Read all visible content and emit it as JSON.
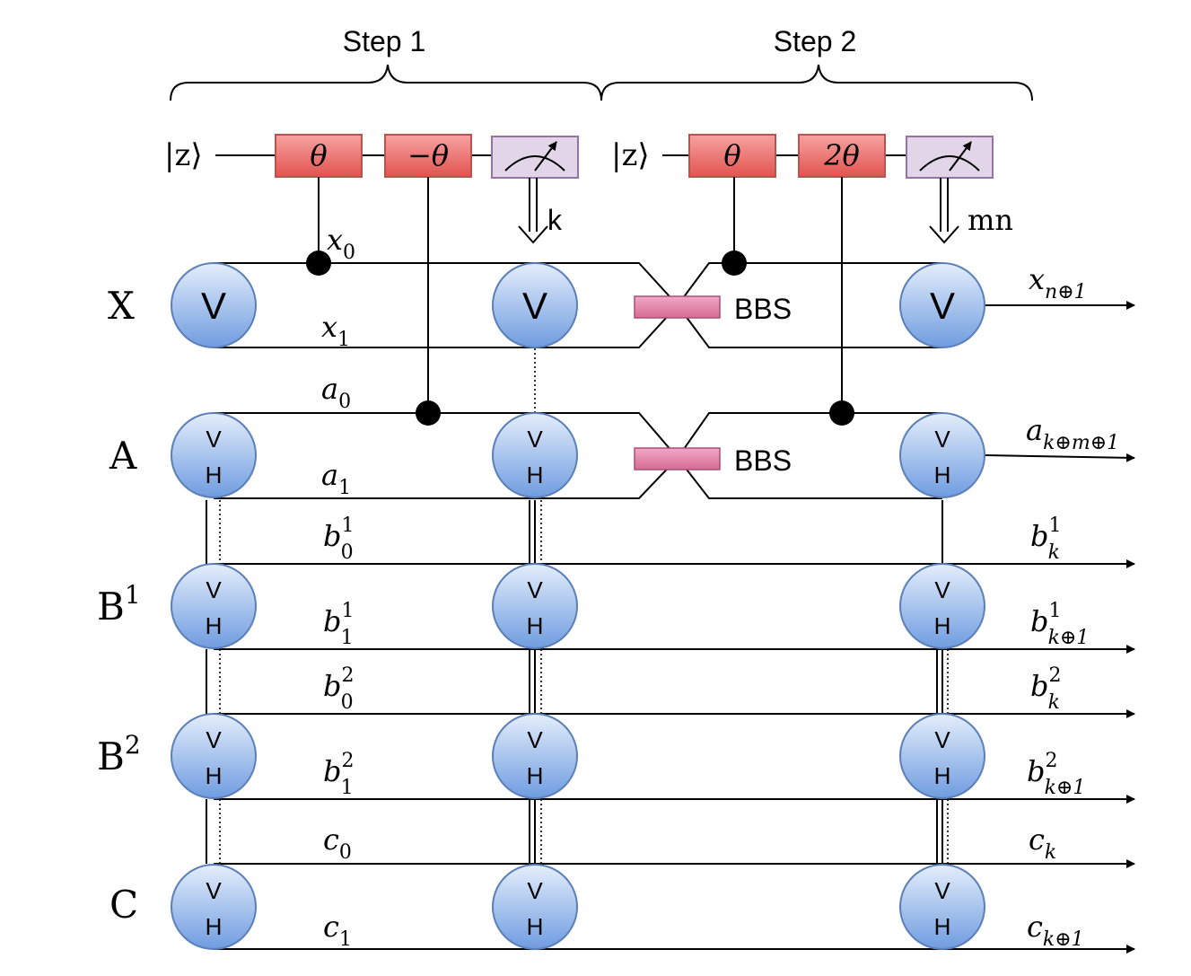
{
  "steps": {
    "step1": "Step 1",
    "step2": "Step 2"
  },
  "ancilla": {
    "ket": "|z⟩",
    "step1_gate1": "θ",
    "step1_gate2": "−θ",
    "step2_gate1": "θ",
    "step2_gate2": "2θ",
    "step1_outcome": "k",
    "step2_outcome": "mn"
  },
  "qudits": {
    "X": "X",
    "A": "A",
    "B1_base": "B",
    "B1_sup": "1",
    "B2_base": "B",
    "B2_sup": "2",
    "C": "C"
  },
  "nodes": {
    "v": "V",
    "h": "H"
  },
  "beam_splitter": "BBS",
  "paths": {
    "x0": {
      "b": "x",
      "sub": "0"
    },
    "x1": {
      "b": "x",
      "sub": "1"
    },
    "a0": {
      "b": "a",
      "sub": "0"
    },
    "a1": {
      "b": "a",
      "sub": "1"
    },
    "b10": {
      "b": "b",
      "sup": "1",
      "sub": "0"
    },
    "b11": {
      "b": "b",
      "sup": "1",
      "sub": "1"
    },
    "b20": {
      "b": "b",
      "sup": "2",
      "sub": "0"
    },
    "b21": {
      "b": "b",
      "sup": "2",
      "sub": "1"
    },
    "c0": {
      "b": "c",
      "sub": "0"
    },
    "c1": {
      "b": "c",
      "sub": "1"
    }
  },
  "outputs": {
    "x": {
      "b": "x",
      "sub": "n⊕1"
    },
    "a": {
      "b": "a",
      "sub": "k⊕m⊕1"
    },
    "b1k": {
      "b": "b",
      "sup": "1",
      "sub": "k"
    },
    "b1k1": {
      "b": "b",
      "sup": "1",
      "sub": "k⊕1"
    },
    "b2k": {
      "b": "b",
      "sup": "2",
      "sub": "k"
    },
    "b2k1": {
      "b": "b",
      "sup": "2",
      "sub": "k⊕1"
    },
    "ck": {
      "b": "c",
      "sub": "k"
    },
    "ck1": {
      "b": "c",
      "sub": "k⊕1"
    }
  }
}
